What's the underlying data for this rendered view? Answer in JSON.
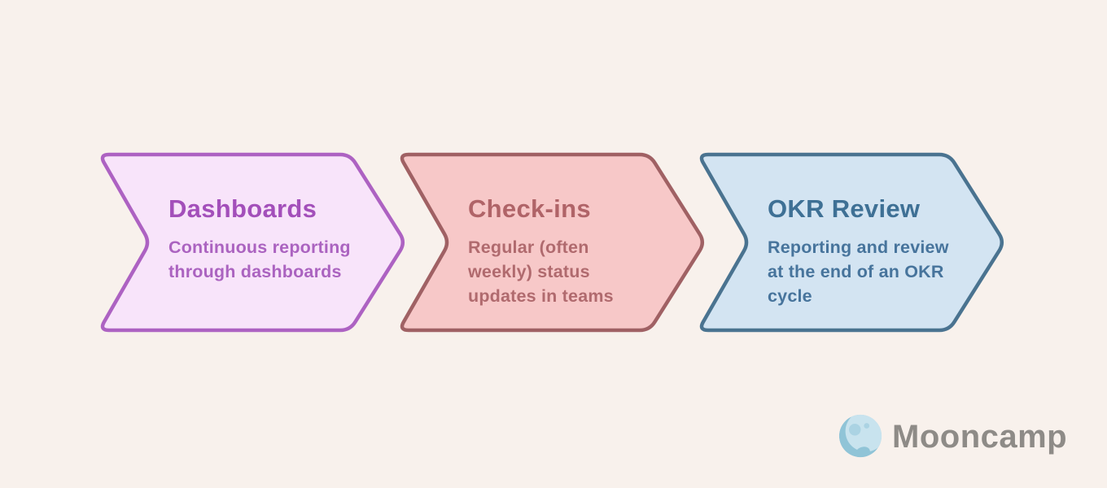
{
  "background": "#f8f1ec",
  "steps": [
    {
      "title": "Dashboards",
      "description": "Continuous reporting through dashboards",
      "fill": "#f8e4fa",
      "border": "#ad62c2",
      "title_color": "#a34fba",
      "text_color": "#ab63c0"
    },
    {
      "title": "Check-ins",
      "description": "Regular (often weekly) status updates in teams",
      "fill": "#f7c8c8",
      "border": "#a06164",
      "title_color": "#b06468",
      "text_color": "#b06a6e"
    },
    {
      "title": "OKR Review",
      "description": "Reporting and review at the end of an OKR cycle",
      "fill": "#d3e4f2",
      "border": "#4a7390",
      "title_color": "#3e7095",
      "text_color": "#47749c"
    }
  ],
  "logo": {
    "text": "Mooncamp",
    "text_color": "#8e8b87",
    "moon_base": "#c8e3ee",
    "moon_shade": "#90c4d7",
    "moon_crater": "#abd3e3"
  }
}
